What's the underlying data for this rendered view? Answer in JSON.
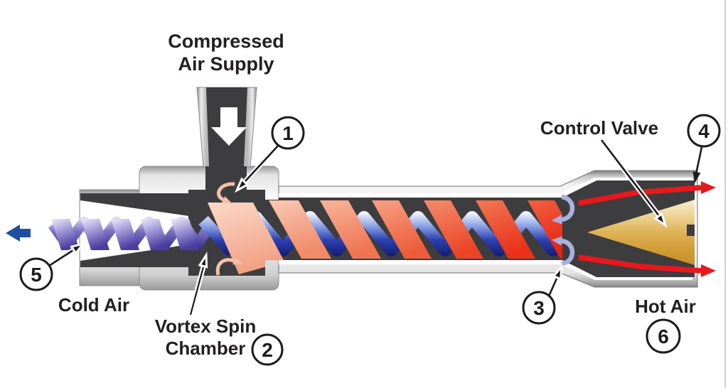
{
  "labels": {
    "compressed_air_line1": "Compressed",
    "compressed_air_line2": "Air Supply",
    "control_valve": "Control Valve",
    "cold_air": "Cold Air",
    "vortex_chamber_line1": "Vortex Spin",
    "vortex_chamber_line2": "Chamber",
    "hot_air": "Hot Air"
  },
  "callouts": {
    "c1": "1",
    "c2": "2",
    "c3": "3",
    "c4": "4",
    "c5": "5",
    "c6": "6"
  },
  "colors": {
    "hot_air_red": "#e8191c",
    "cold_air_blue": "#1d4f9c",
    "inner_coil_blue": "#2c41b0",
    "cold_coil_purple": "#6c62b8",
    "outer_coil_salmon": "#f08a67",
    "outer_coil_red": "#e61e0f",
    "control_valve_gold": "#dfb257",
    "tube_body_charcoal": "#3d3d3f",
    "casing_silver": "#d9d9d9",
    "swirl_arrow_pink": "#f4c0a8",
    "flow_reversal_periwinkle": "#a9b1e0",
    "callout_line_black": "#1c1c1c",
    "label_text": "#231f20"
  }
}
